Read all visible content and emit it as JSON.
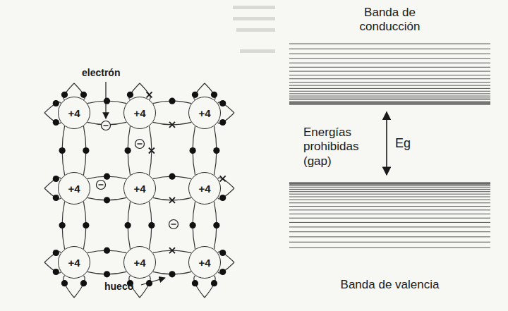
{
  "diagram": {
    "nodes": [
      {
        "text": [
          "+4"
        ]
      },
      {
        "text": [
          "+4"
        ]
      },
      {
        "text": [
          "+4"
        ]
      },
      {
        "text": [
          "+4"
        ]
      },
      {
        "text": [
          "+4"
        ]
      },
      {
        "text": [
          "+4"
        ]
      },
      {
        "text": [
          "+4"
        ]
      },
      {
        "text": [
          "+4"
        ]
      },
      {
        "text": [
          "+4"
        ]
      },
      {
        "text": [
          "Banda de conducción"
        ]
      },
      {
        "text": [
          "Banda de valencia"
        ]
      }
    ],
    "edges": [
      {
        "from": 0,
        "to": 1,
        "arrow": "none"
      },
      {
        "from": 1,
        "to": 2,
        "arrow": "none"
      },
      {
        "from": 3,
        "to": 4,
        "arrow": "none"
      },
      {
        "from": 4,
        "to": 5,
        "arrow": "none"
      },
      {
        "from": 6,
        "to": 7,
        "arrow": "none"
      },
      {
        "from": 7,
        "to": 8,
        "arrow": "none"
      },
      {
        "from": 0,
        "to": 3,
        "arrow": "none"
      },
      {
        "from": 1,
        "to": 4,
        "arrow": "none"
      },
      {
        "from": 2,
        "to": 5,
        "arrow": "none"
      },
      {
        "from": 3,
        "to": 6,
        "arrow": "none"
      },
      {
        "from": 4,
        "to": 7,
        "arrow": "none"
      },
      {
        "from": 5,
        "to": 8,
        "arrow": "none"
      },
      {
        "from": 9,
        "to": 10,
        "label": "Eg",
        "arrow": "both"
      }
    ],
    "labels": [
      "electrón",
      "Energías prohibidas (gap)",
      "hueco"
    ]
  }
}
